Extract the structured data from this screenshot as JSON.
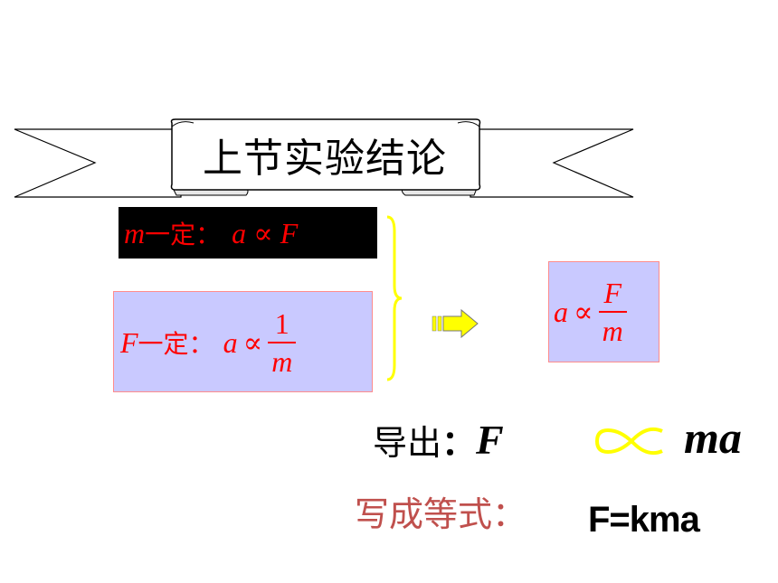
{
  "banner": {
    "title": "上节实验结论"
  },
  "condition_mass": {
    "var": "m",
    "fixed": "一定：",
    "lhs": "a",
    "rel": "∝",
    "rhs": "F"
  },
  "condition_force": {
    "var": "F",
    "fixed": "一定：",
    "lhs": "a",
    "rel": "∝",
    "num": "1",
    "den": "m"
  },
  "result": {
    "lhs": "a",
    "rel": "∝",
    "num": "F",
    "den": "m"
  },
  "derive": {
    "label": "导出",
    "colon": "：",
    "lhs": "F",
    "rel": "∝",
    "rhs": "ma"
  },
  "equation": {
    "label": "写成等式：",
    "formula": "F=kma"
  },
  "colors": {
    "red": "#ff0000",
    "box": "#c9c9ff",
    "brace": "#ffff00",
    "label": "#c0504d"
  }
}
